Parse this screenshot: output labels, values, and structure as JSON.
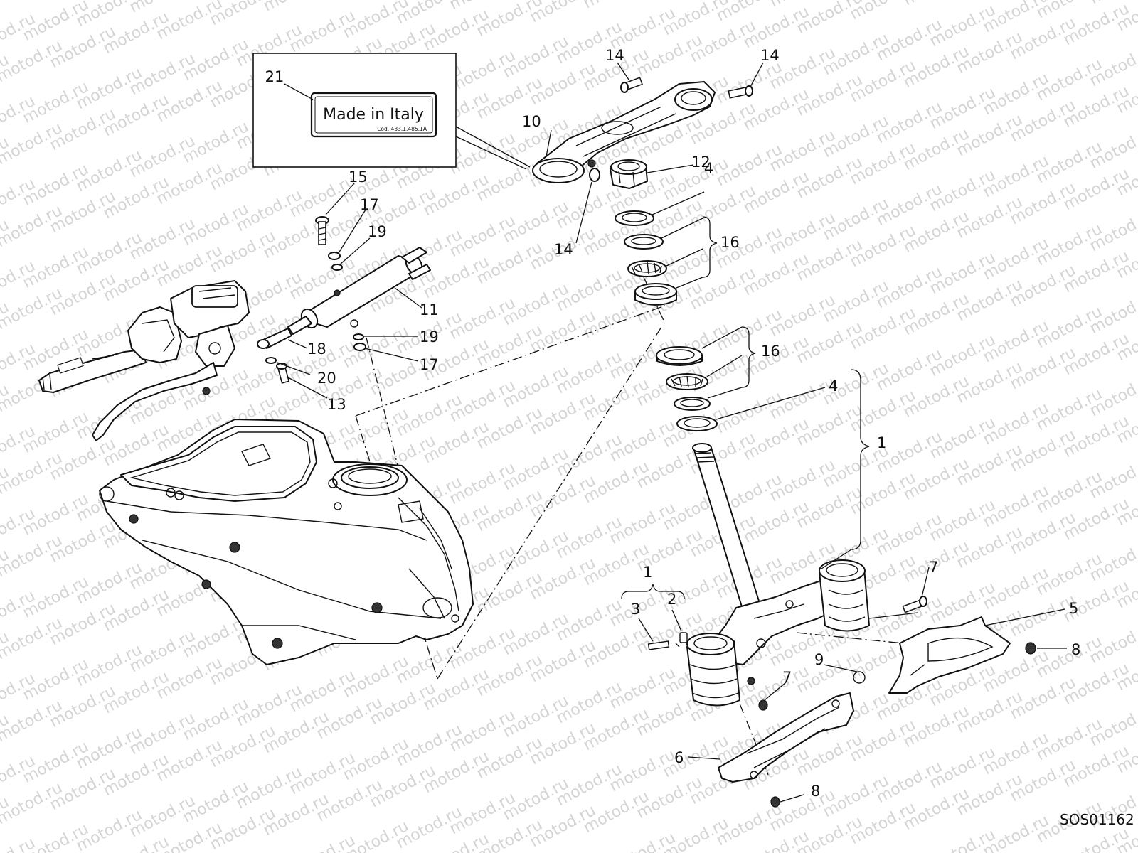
{
  "watermark": "motod.ru",
  "diagram_code": "SOS01162",
  "inset": {
    "label_number": "21",
    "plate_text": "Made in Italy",
    "plate_code": "Cod. 433.1.485.1A"
  },
  "callouts": {
    "c1_top": "1",
    "c1_right": "1",
    "c2": "2",
    "c3": "3",
    "c4_upper": "4",
    "c4_lower": "4",
    "c5": "5",
    "c6": "6",
    "c7_right": "7",
    "c7_mid": "7",
    "c8_right": "8",
    "c8_bottom": "8",
    "c9": "9",
    "c10": "10",
    "c11": "11",
    "c12": "12",
    "c13": "13",
    "c14_left": "14",
    "c14_right": "14",
    "c14_low": "14",
    "c15": "15",
    "c16_upper": "16",
    "c16_lower": "16",
    "c17_upper": "17",
    "c17_lower": "17",
    "c18": "18",
    "c19_upper": "19",
    "c19_lower": "19",
    "c20": "20"
  }
}
